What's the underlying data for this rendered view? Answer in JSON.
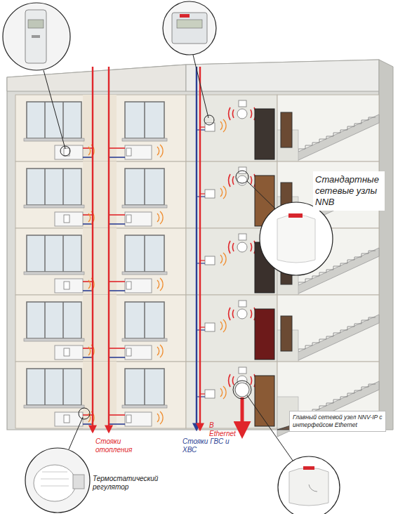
{
  "diagram": {
    "nodes": [
      {
        "text": [
          "Стандартные сетевые узлы NNB"
        ]
      },
      {
        "text": [
          "Главный сетевой узел NNV-IP с интерфейсом Ethernet"
        ]
      }
    ],
    "labels": [
      "Стояки отопления",
      "Стояки ГВС и ХВС",
      "В Ethernet",
      "Термостатический регулятор"
    ]
  }
}
